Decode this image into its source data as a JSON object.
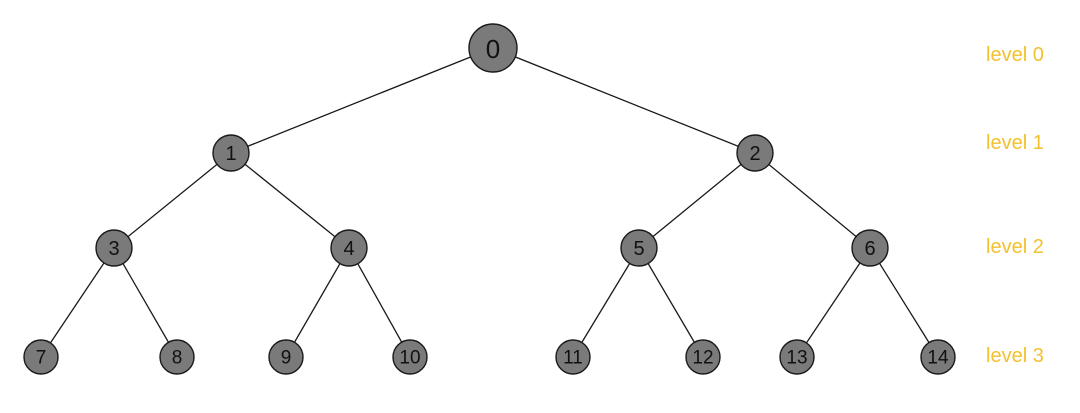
{
  "colors": {
    "node_fill": "#7a7a7a",
    "node_stroke": "#1a1a1a",
    "edge": "#1a1a1a",
    "level_label": "#f2c12e"
  },
  "levels": [
    {
      "label": "level 0"
    },
    {
      "label": "level 1"
    },
    {
      "label": "level 2"
    },
    {
      "label": "level 3"
    }
  ],
  "nodes": [
    {
      "id": "0",
      "level": 0
    },
    {
      "id": "1",
      "level": 1
    },
    {
      "id": "2",
      "level": 1
    },
    {
      "id": "3",
      "level": 2
    },
    {
      "id": "4",
      "level": 2
    },
    {
      "id": "5",
      "level": 2
    },
    {
      "id": "6",
      "level": 2
    },
    {
      "id": "7",
      "level": 3
    },
    {
      "id": "8",
      "level": 3
    },
    {
      "id": "9",
      "level": 3
    },
    {
      "id": "10",
      "level": 3
    },
    {
      "id": "11",
      "level": 3
    },
    {
      "id": "12",
      "level": 3
    },
    {
      "id": "13",
      "level": 3
    },
    {
      "id": "14",
      "level": 3
    }
  ],
  "edges": [
    [
      "0",
      "1"
    ],
    [
      "0",
      "2"
    ],
    [
      "1",
      "3"
    ],
    [
      "1",
      "4"
    ],
    [
      "2",
      "5"
    ],
    [
      "2",
      "6"
    ],
    [
      "3",
      "7"
    ],
    [
      "3",
      "8"
    ],
    [
      "4",
      "9"
    ],
    [
      "4",
      "10"
    ],
    [
      "5",
      "11"
    ],
    [
      "5",
      "12"
    ],
    [
      "6",
      "13"
    ],
    [
      "6",
      "14"
    ]
  ]
}
